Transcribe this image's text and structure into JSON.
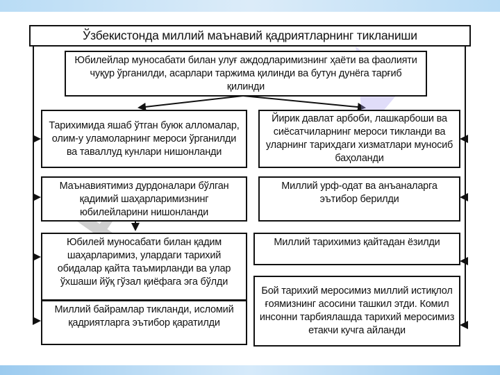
{
  "title": "Ўзбекистонда миллий маънавий қадриятларнинг тикланиши",
  "boxes": {
    "jubilees": "Юбилейлар муносабати билан улуғ аждодларимизнинг ҳаёти ва фаолияти чуқур ўрганилди, асарлари таржима қилинди ва бутун дунёга тарғиб қилинди",
    "scholars": "Тарихимида яшаб ўтган буюк алломалар, олим-у уламоларнинг мероси ўрганилди ва таваллуд кунлари нишонланди",
    "statesmen": "Йирик давлат арбоби, лашкарбоши ва сиёсатчиларнинг мероси тикланди ва уларнинг тарихдаги хизматлари муносиб баҳоланди",
    "cities": "Маънавиятимиз дурдоналари бўлган қадимий шаҳарларимизнинг юбилейларини нишонланди",
    "customs": "Миллий урф-одат ва анъаналарга эътибор берилди",
    "restoration": "Юбилей муносабати билан қадим шаҳарларимиз, улардаги тарихий обидалар қайта таъмирланди ва улар ўхшаши йўқ гўзал қиёфага эга бўлди",
    "history": "Миллий тарихимиз қайтадан ёзилди",
    "holidays": "Миллий байрамлар тикланди, исломий қадриятларга эътибор қаратилди",
    "heritage": "Бой тарихий меросимиз миллий истиқлол ғоямизнинг асосини ташкил этди. Комил инсонни тарбиялашда тарихий меросимиз етакчи кучга айланди"
  },
  "colors": {
    "line": "#111111",
    "band": "#b9dcf5"
  }
}
